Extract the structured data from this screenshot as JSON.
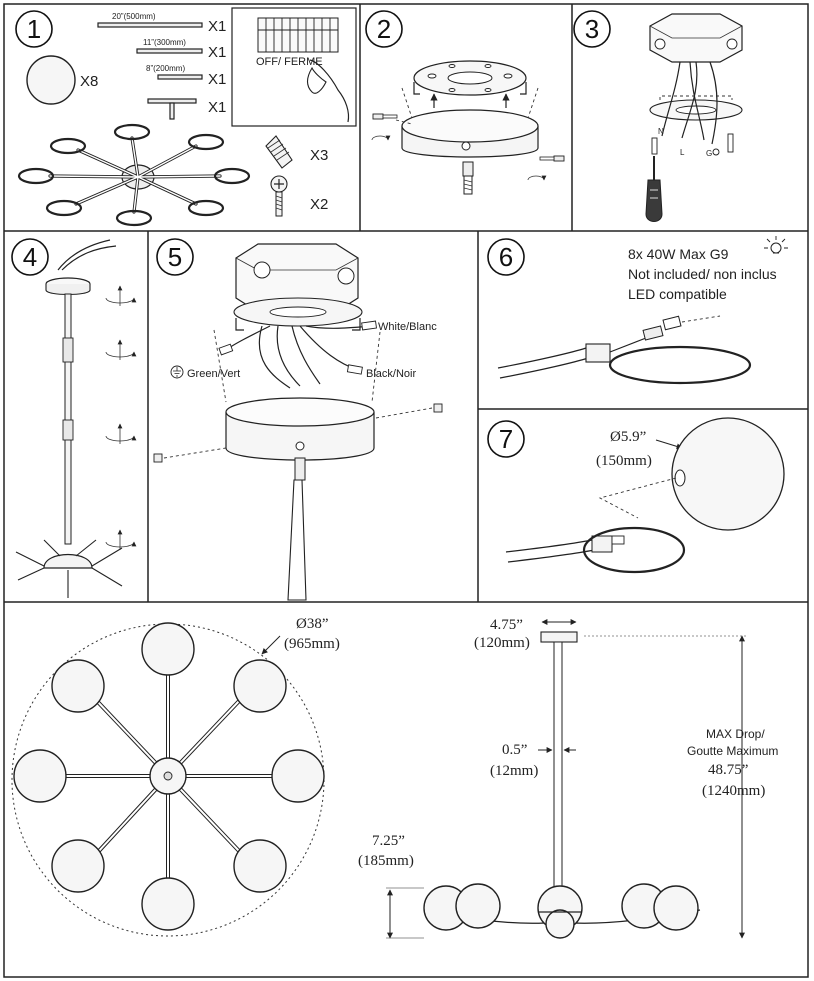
{
  "steps": [
    "1",
    "2",
    "3",
    "4",
    "5",
    "6",
    "7"
  ],
  "step1": {
    "rods": [
      {
        "length": "20”(500mm)",
        "qty": "X1"
      },
      {
        "length": "11”(300mm)",
        "qty": "X1"
      },
      {
        "length": "8”(200mm)",
        "qty": "X1"
      }
    ],
    "connector_qty": "X1",
    "globe_qty": "X8",
    "wire_nut_qty": "X3",
    "screw_qty": "X2",
    "power_label": "OFF/ FERME"
  },
  "step3": {
    "n": "N",
    "l": "L",
    "g": "G"
  },
  "step5": {
    "white": "White/Blanc",
    "black": "Black/Noir",
    "green": "Green/Vert"
  },
  "step6": {
    "bulb_spec": "8x 40W Max G9",
    "not_included": "Not included/ non inclus",
    "led": "LED compatible"
  },
  "step7": {
    "globe_dia": "Ø5.9”",
    "globe_dia_mm": "(150mm)"
  },
  "dimensions": {
    "overall_dia": "Ø38”",
    "overall_dia_mm": "(965mm)",
    "canopy": "4.75”",
    "canopy_mm": "(120mm)",
    "rod": "0.5”",
    "rod_mm": "(12mm)",
    "max_drop_label_1": "MAX Drop/",
    "max_drop_label_2": "Goutte Maximum",
    "max_drop": "48.75”",
    "max_drop_mm": "(1240mm)",
    "body_height": "7.25”",
    "body_height_mm": "(185mm)"
  }
}
